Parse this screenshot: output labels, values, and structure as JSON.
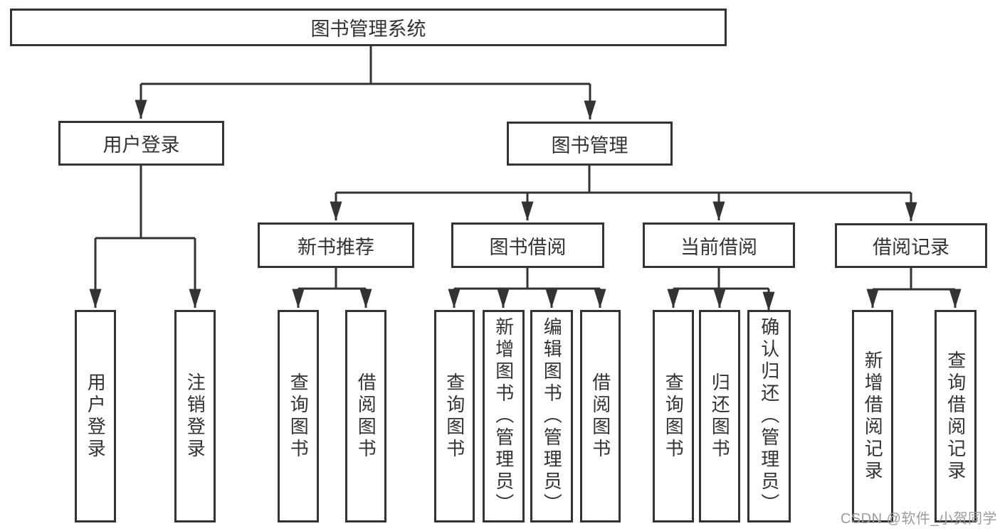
{
  "diagram": {
    "root": {
      "label": "图书管理系统"
    },
    "login": {
      "label": "用户登录",
      "children": [
        {
          "label": "用户登录"
        },
        {
          "label": "注销登录"
        }
      ]
    },
    "management": {
      "label": "图书管理",
      "modules": [
        {
          "label": "新书推荐",
          "children": [
            {
              "label": "查询图书"
            },
            {
              "label": "借阅图书"
            }
          ]
        },
        {
          "label": "图书借阅",
          "children": [
            {
              "label": "查询图书"
            },
            {
              "label": "新增图书（管理员）"
            },
            {
              "label": "编辑图书（管理员）"
            },
            {
              "label": "借阅图书"
            }
          ]
        },
        {
          "label": "当前借阅",
          "children": [
            {
              "label": "查询图书"
            },
            {
              "label": "归还图书"
            },
            {
              "label": "确认归还（管理员）"
            }
          ]
        },
        {
          "label": "借阅记录",
          "children": [
            {
              "label": "新增借阅记录"
            },
            {
              "label": "查询借阅记录"
            }
          ]
        }
      ]
    }
  },
  "watermark": {
    "text": "CSDN @软件_小贺同学"
  },
  "colors": {
    "line": "#333333",
    "text": "#333333",
    "background": "#ffffff",
    "watermark": "#9b9b9b"
  }
}
